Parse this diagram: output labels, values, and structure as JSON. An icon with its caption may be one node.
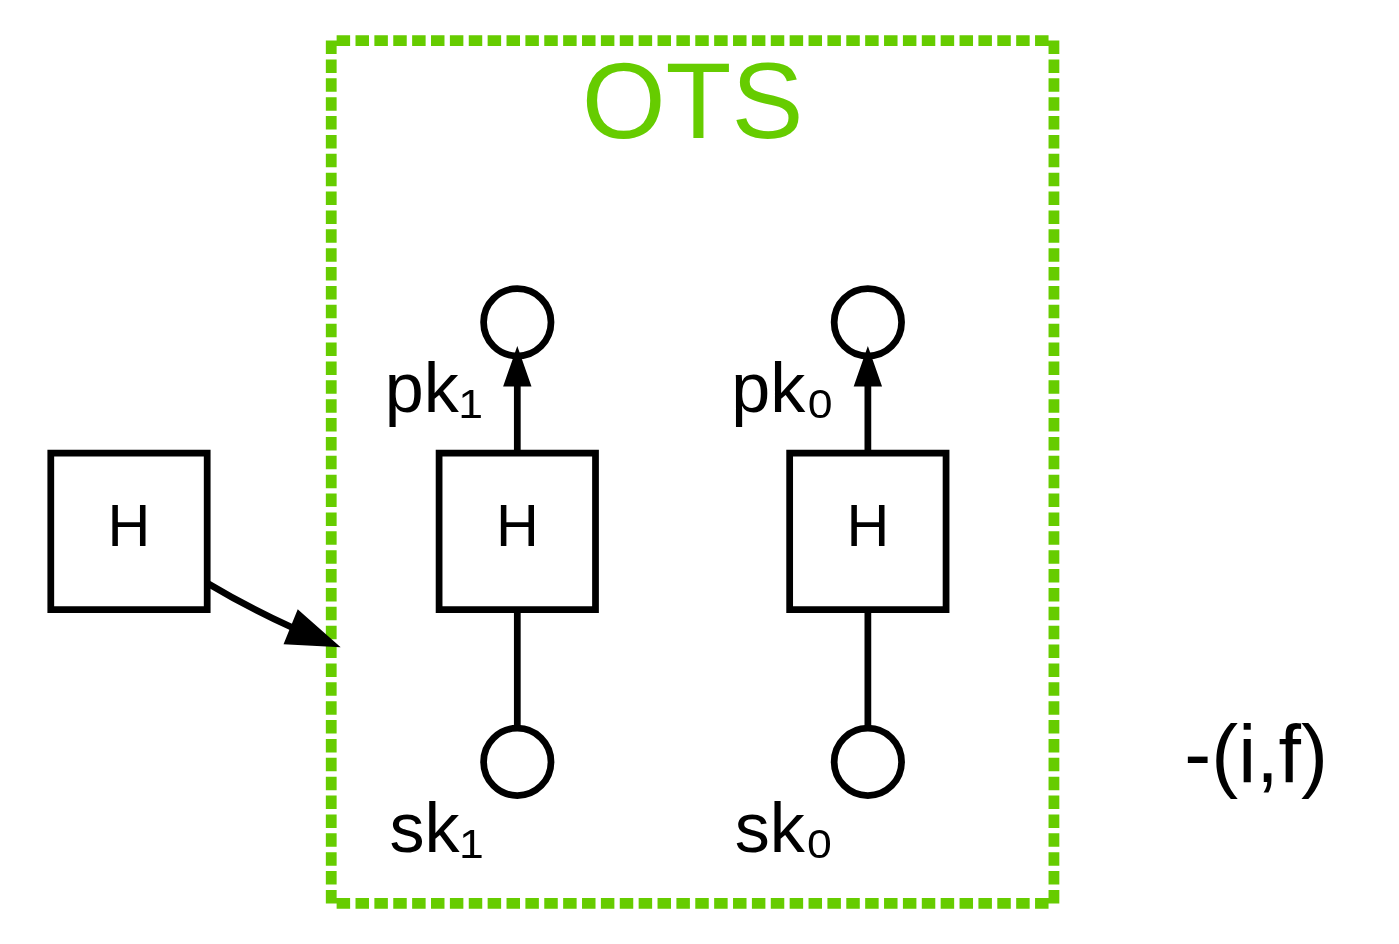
{
  "diagram": {
    "nodes": [
      {
        "text": [
          "H"
        ]
      },
      {
        "text": [
          "OTS"
        ]
      },
      {
        "text": [],
        "shape": "circle",
        "in": 1,
        "beside": [
          "pk₀"
        ]
      },
      {
        "text": [
          "H"
        ],
        "in": 1
      },
      {
        "text": [],
        "shape": "circle",
        "in": 1,
        "beside": [
          "sk₀"
        ]
      },
      {
        "text": [],
        "shape": "circle",
        "in": 1,
        "beside": [
          "pk₁"
        ]
      },
      {
        "text": [
          "H"
        ],
        "in": 1
      },
      {
        "text": [],
        "shape": "circle",
        "in": 1,
        "beside": [
          "sk₁"
        ]
      }
    ],
    "edges": [
      {
        "from": 0,
        "to": 1,
        "arrow": "to"
      },
      {
        "from": 4,
        "to": 3,
        "arrow": "none"
      },
      {
        "from": 3,
        "to": 2,
        "arrow": "to"
      },
      {
        "from": 7,
        "to": 6,
        "arrow": "none"
      },
      {
        "from": 6,
        "to": 5,
        "arrow": "to"
      }
    ],
    "labels": [
      "-(i,f)"
    ]
  }
}
